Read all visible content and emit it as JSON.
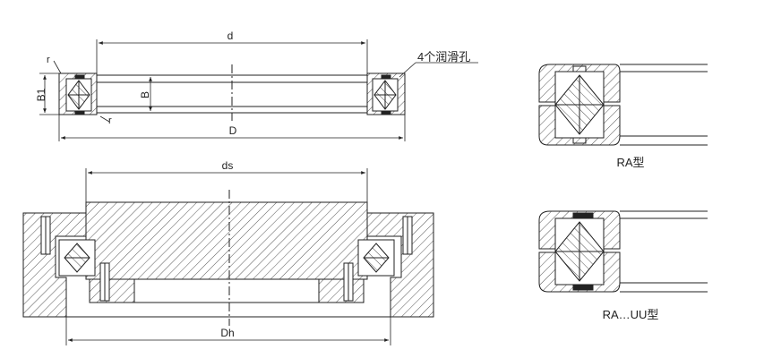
{
  "labels": {
    "d": "d",
    "D": "D",
    "B": "B",
    "B1": "B1",
    "r_top": "r",
    "r_bottom": "r",
    "lube_holes": "4个润滑孔",
    "ds": "ds",
    "Dh": "Dh",
    "ra_type": "RA型",
    "ra_uu_type": "RA…UU型"
  }
}
